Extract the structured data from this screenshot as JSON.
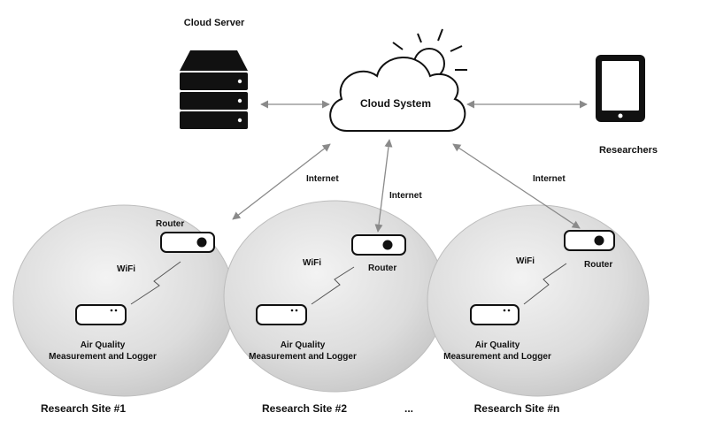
{
  "cloud": {
    "server_label": "Cloud Server",
    "system_label": "Cloud System",
    "researchers_label": "Researchers"
  },
  "links": {
    "internet_1": "Internet",
    "internet_2": "Internet",
    "internet_3": "Internet"
  },
  "sites": [
    {
      "title": "Research Site #1",
      "router": "Router",
      "wifi": "WiFi",
      "device_line1": "Air Quality",
      "device_line2": "Measurement and Logger"
    },
    {
      "title": "Research Site #2",
      "router": "Router",
      "wifi": "WiFi",
      "device_line1": "Air Quality",
      "device_line2": "Measurement and Logger"
    },
    {
      "title": "Research Site #n",
      "router": "Router",
      "wifi": "WiFi",
      "device_line1": "Air Quality",
      "device_line2": "Measurement and Logger"
    }
  ],
  "ellipsis": "...",
  "icons": {
    "server": "server-icon",
    "cloud": "cloud-icon",
    "sun": "sun-icon",
    "tablet": "tablet-icon",
    "router": "router-icon",
    "logger": "logger-device-icon",
    "wifi_link": "wifi-link-icon"
  }
}
